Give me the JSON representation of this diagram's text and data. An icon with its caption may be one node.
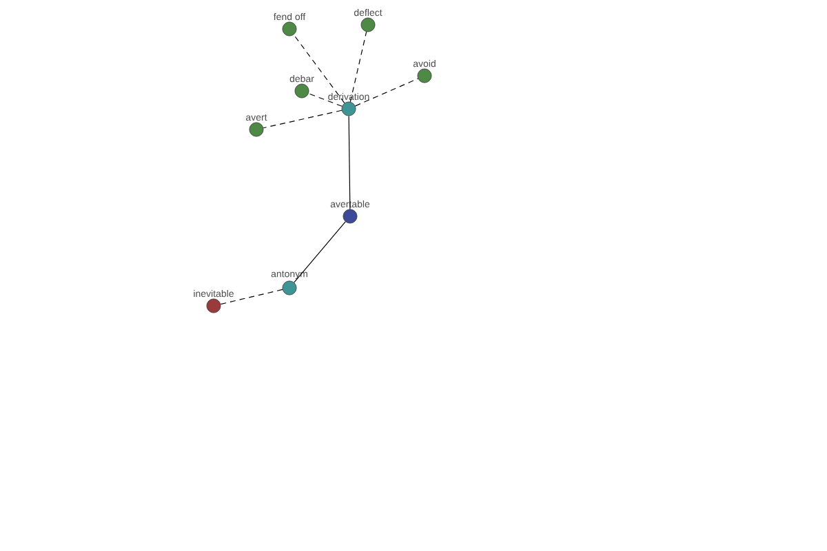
{
  "diagram": {
    "nodes": [
      {
        "text": [
          "fend off"
        ]
      },
      {
        "text": [
          "deflect"
        ]
      },
      {
        "text": [
          "avoid"
        ]
      },
      {
        "text": [
          "debar"
        ]
      },
      {
        "text": [
          "derivation"
        ]
      },
      {
        "text": [
          "avert"
        ]
      },
      {
        "text": [
          "avertable"
        ]
      },
      {
        "text": [
          "antonym"
        ]
      },
      {
        "text": [
          "inevitable"
        ]
      }
    ],
    "edges": [
      {
        "from": 4,
        "to": 0,
        "arrow": "none",
        "style": "dashed"
      },
      {
        "from": 4,
        "to": 1,
        "arrow": "none",
        "style": "dashed"
      },
      {
        "from": 4,
        "to": 2,
        "arrow": "none",
        "style": "dashed"
      },
      {
        "from": 4,
        "to": 3,
        "arrow": "none",
        "style": "dashed"
      },
      {
        "from": 4,
        "to": 5,
        "arrow": "none",
        "style": "dashed"
      },
      {
        "from": 4,
        "to": 6,
        "arrow": "none"
      },
      {
        "from": 6,
        "to": 7,
        "arrow": "none"
      },
      {
        "from": 7,
        "to": 8,
        "arrow": "none",
        "style": "dashed"
      }
    ]
  }
}
